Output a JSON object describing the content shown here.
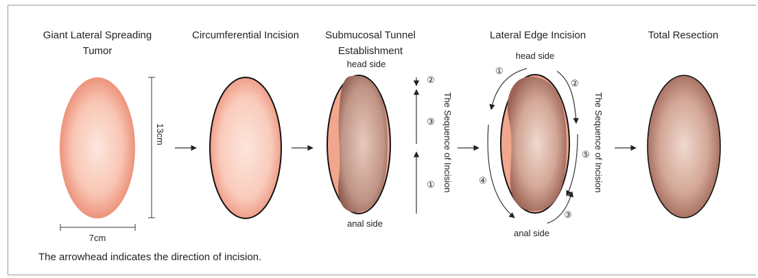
{
  "stages": [
    {
      "title_lines": [
        "Giant Lateral Spreading",
        "Tumor"
      ]
    },
    {
      "title_lines": [
        "Circumferential Incision"
      ]
    },
    {
      "title_lines": [
        "Submucosal Tunnel",
        "Establishment"
      ]
    },
    {
      "title_lines": [
        "Lateral Edge Incision"
      ]
    },
    {
      "title_lines": [
        "Total Resection"
      ]
    }
  ],
  "dimensions": {
    "height": "13cm",
    "width": "7cm"
  },
  "tunnel": {
    "head_label": "head side",
    "anal_label": "anal side",
    "sequence_label": "The Sequence of Incision",
    "marks": [
      "②",
      "③",
      "①"
    ]
  },
  "lateral": {
    "head_label": "head side",
    "anal_label": "anal side",
    "sequence_label": "The Sequence of Incision",
    "marks": [
      "①",
      "②",
      "④",
      "⑤",
      "③"
    ]
  },
  "footnote": "The arrowhead indicates the direction of incision.",
  "colors": {
    "tumor_edge": "#e9846b",
    "tumor_center": "#fde3da",
    "resected_dark": "#9c6355",
    "resected_light": "#eed3c8",
    "outline": "#111111"
  }
}
